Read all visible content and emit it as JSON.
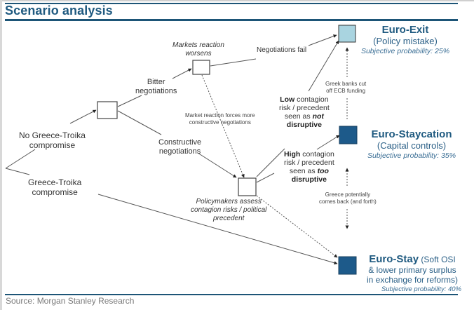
{
  "header": {
    "title": "Scenario analysis"
  },
  "footer": {
    "source": "Source: Morgan Stanley Research"
  },
  "colors": {
    "brand": "#1f5a80",
    "rule": "#1d5577",
    "exit_box": "#a9d4e0",
    "stay_box": "#1d5a8a"
  },
  "labels": {
    "no_compromise_1": "No Greece-Troika",
    "no_compromise_2": "compromise",
    "compromise_1": "Greece-Troika",
    "compromise_2": "compromise",
    "bitter_1": "Bitter",
    "bitter_2": "negotiations",
    "constructive_1": "Constructive",
    "constructive_2": "negotiations",
    "markets_worsen_1": "Markets reaction",
    "markets_worsen_2": "worsens",
    "negotiations_fail": "Negotiations fail",
    "market_forces_1": "Market reaction forces more",
    "market_forces_2": "constructive negotiations",
    "policymakers_1": "Policymakers assess",
    "policymakers_2": "contagion risks / political",
    "policymakers_3": "precedent",
    "low_bold": "Low",
    "low_1": " contagion",
    "low_2": "risk / precedent",
    "low_3a": "seen as ",
    "low_3b": "not",
    "low_4": "disruptive",
    "high_bold": "High",
    "high_1": " contagion",
    "high_2": "risk / precedent",
    "high_3a": "seen as ",
    "high_3b": "too",
    "high_4": "disruptive",
    "greek_banks_1": "Greek banks cut",
    "greek_banks_2": "off ECB funding",
    "greece_back_1": "Greece potentially",
    "greece_back_2": "comes back (and forth)"
  },
  "outcomes": [
    {
      "name": "Euro-Exit",
      "subtitle": "(Policy mistake)",
      "probability": "Subjective probability: 25%"
    },
    {
      "name": "Euro-Staycation",
      "subtitle": "(Capital controls)",
      "probability": "Subjective probability: 35%"
    },
    {
      "name": "Euro-Stay",
      "subtitle_1": " (Soft OSI",
      "subtitle_2": "& lower primary surplus",
      "subtitle_3": "in exchange for reforms)",
      "probability": "Subjective probability: 40%"
    }
  ]
}
